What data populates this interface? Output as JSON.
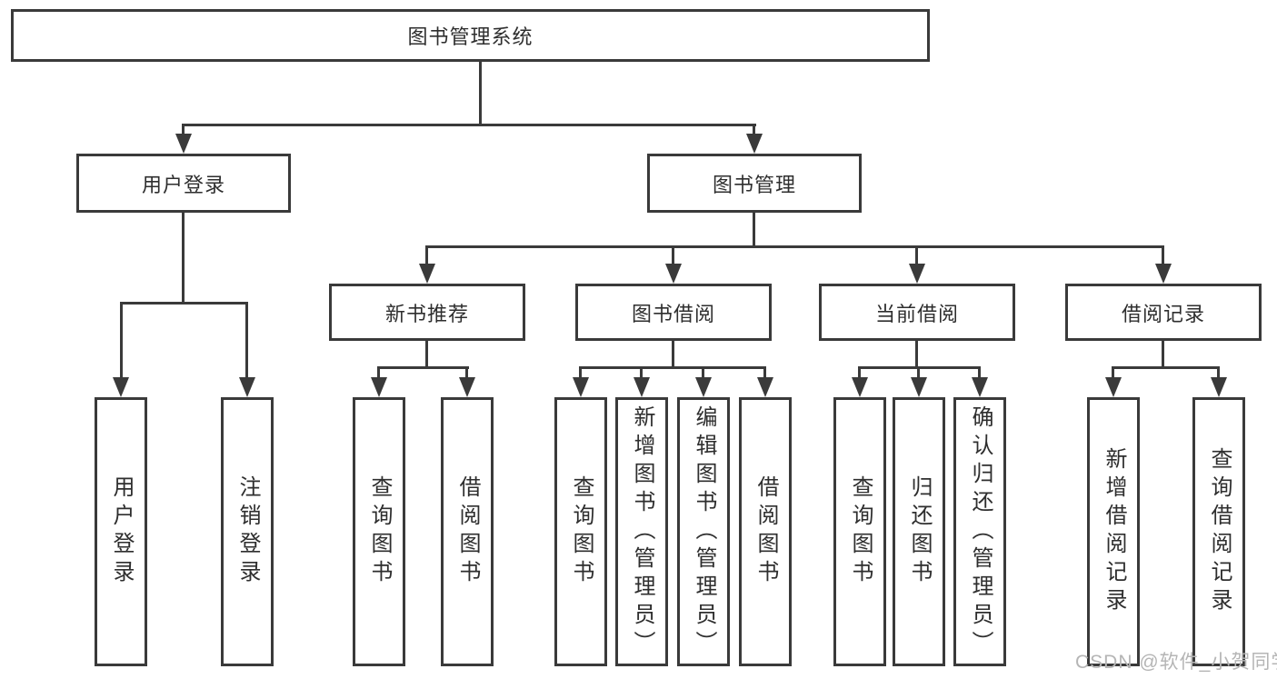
{
  "diagram": {
    "root": "图书管理系统",
    "branches": [
      {
        "label": "用户登录",
        "children": [
          "用户登录",
          "注销登录"
        ]
      },
      {
        "label": "图书管理",
        "groups": [
          {
            "label": "新书推荐",
            "children": [
              "查询图书",
              "借阅图书"
            ]
          },
          {
            "label": "图书借阅",
            "children": [
              "查询图书",
              "新增图书（管理员）",
              "编辑图书（管理员）",
              "借阅图书"
            ]
          },
          {
            "label": "当前借阅",
            "children": [
              "查询图书",
              "归还图书",
              "确认归还（管理员）"
            ]
          },
          {
            "label": "借阅记录",
            "children": [
              "新增借阅记录",
              "查询借阅记录"
            ]
          }
        ]
      }
    ]
  },
  "watermark": "CSDN @软件_小贺同学",
  "colors": {
    "line": "#3a3a3a",
    "text": "#2e2e2e",
    "watermark": "#b5b5b5",
    "background": "#ffffff"
  }
}
